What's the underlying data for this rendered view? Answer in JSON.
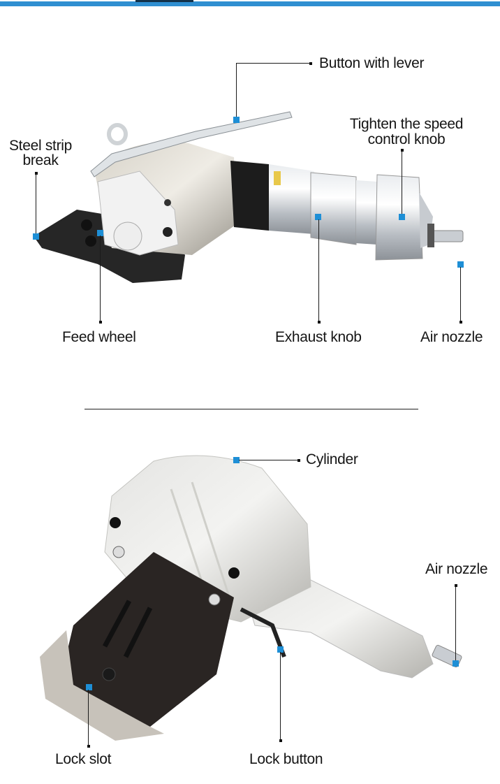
{
  "header": {
    "accent_color": "#2f8fd1",
    "tab_color": "#13324a"
  },
  "diagram1": {
    "subject": "pneumatic steel strapping tool (side view)",
    "labels": {
      "button_with_lever": "Button with lever",
      "tighten_speed": "Tighten the speed control knob",
      "tighten_speed_line1": "Tighten the speed",
      "tighten_speed_line2": "control knob",
      "steel_strip_break_line1": "Steel strip",
      "steel_strip_break_line2": "break",
      "feed_wheel": "Feed wheel",
      "exhaust_knob": "Exhaust knob",
      "air_nozzle": "Air nozzle"
    }
  },
  "diagram2": {
    "subject": "pneumatic steel strapping tool (top view)",
    "labels": {
      "cylinder": "Cylinder",
      "air_nozzle": "Air nozzle",
      "lock_slot": "Lock slot",
      "lock_button": "Lock button"
    }
  },
  "marker_color": "#1e8fd6"
}
